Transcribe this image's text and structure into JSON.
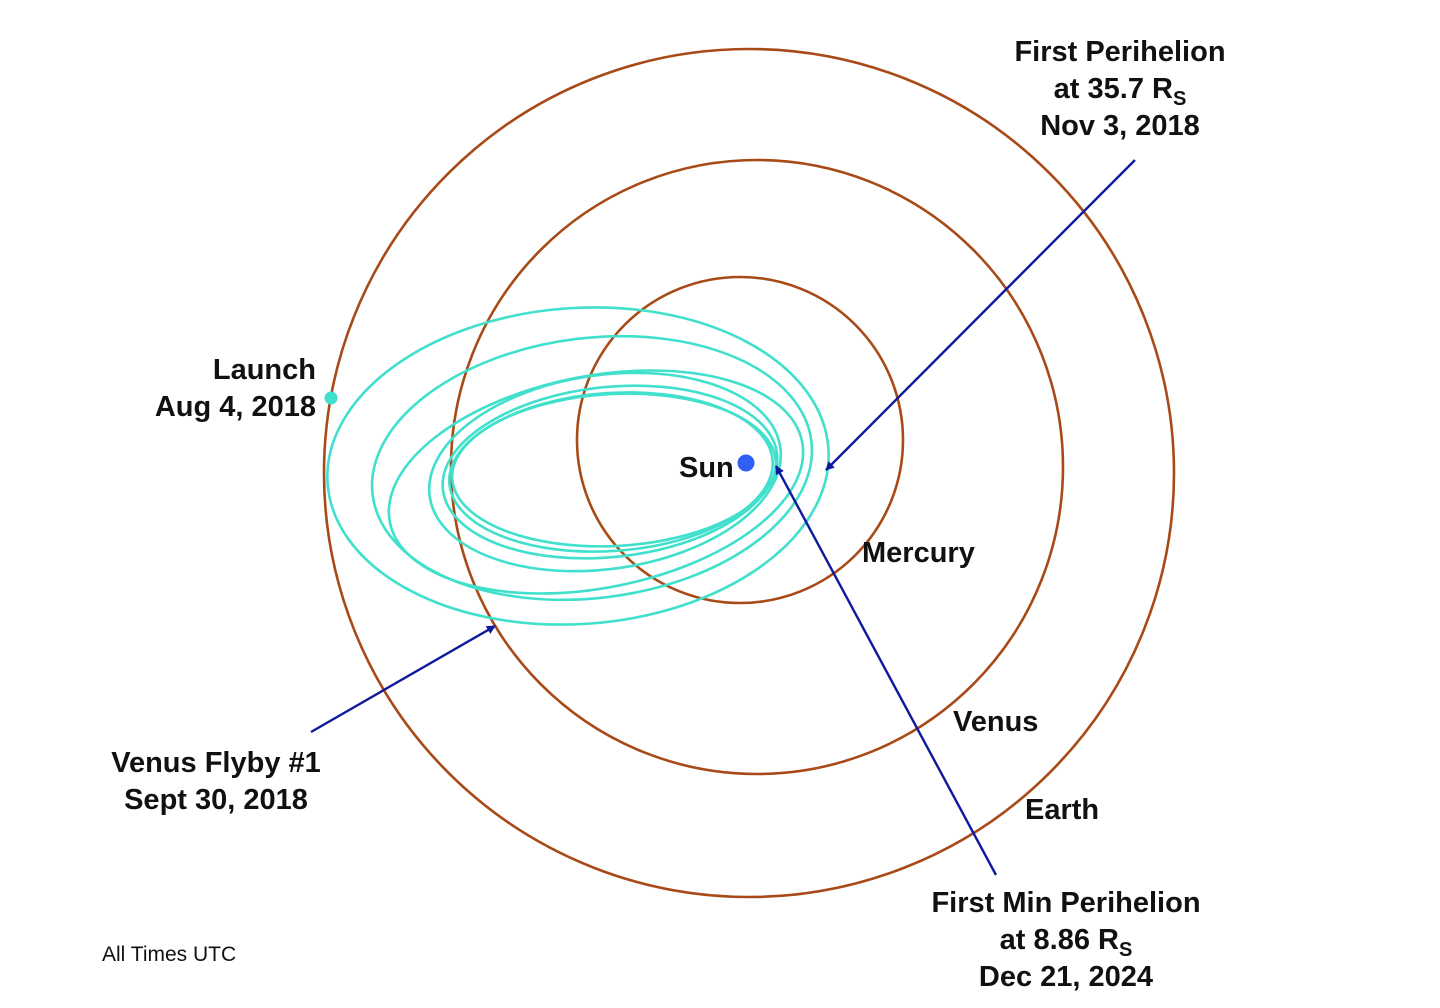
{
  "colors": {
    "planet_orbit": "#a84a18",
    "trajectory": "#40e0cc",
    "sun": "#2f5ff5",
    "arrow": "#0e1a9e",
    "text": "#111111"
  },
  "bodies": {
    "sun_label": "Sun",
    "mercury_label": "Mercury",
    "venus_label": "Venus",
    "earth_label": "Earth"
  },
  "events": {
    "launch": {
      "line1": "Launch",
      "line2": "Aug 4, 2018"
    },
    "venus_flyby": {
      "line1": "Venus Flyby #1",
      "line2": "Sept 30, 2018"
    },
    "first_perihelion": {
      "line1": "First Perihelion",
      "line2_prefix": "at 35.7 R",
      "line2_sub": "S",
      "line3": "Nov 3, 2018"
    },
    "first_min_perihelion": {
      "line1": "First Min Perihelion",
      "line2_prefix": "at 8.86 R",
      "line2_sub": "S",
      "line3": "Dec 21, 2024"
    }
  },
  "note": "All Times UTC"
}
